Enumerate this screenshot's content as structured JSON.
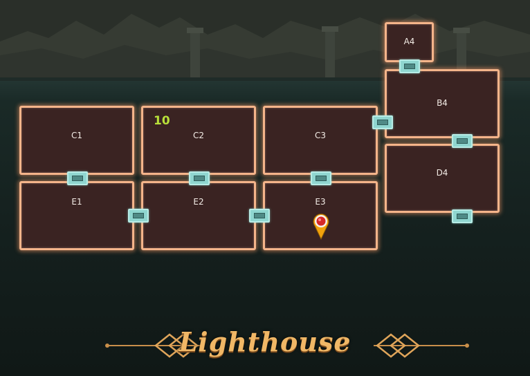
{
  "map_title": "Lighthouse",
  "current_room_counter": "10",
  "rooms": [
    {
      "id": "A4",
      "label": "A4"
    },
    {
      "id": "B4",
      "label": "B4"
    },
    {
      "id": "C1",
      "label": "C1"
    },
    {
      "id": "C2",
      "label": "C2"
    },
    {
      "id": "C3",
      "label": "C3"
    },
    {
      "id": "D4",
      "label": "D4"
    },
    {
      "id": "E1",
      "label": "E1"
    },
    {
      "id": "E2",
      "label": "E2"
    },
    {
      "id": "E3",
      "label": "E3"
    }
  ],
  "current_location": "E3",
  "icons": {
    "location_marker": "map-pin-icon"
  },
  "colors": {
    "room_fill": "#3a2322",
    "room_border": "#f4b48a",
    "door": "#8fd6d0",
    "counter": "#b8e03a",
    "title": "#f0b766",
    "marker": "#d62828"
  }
}
